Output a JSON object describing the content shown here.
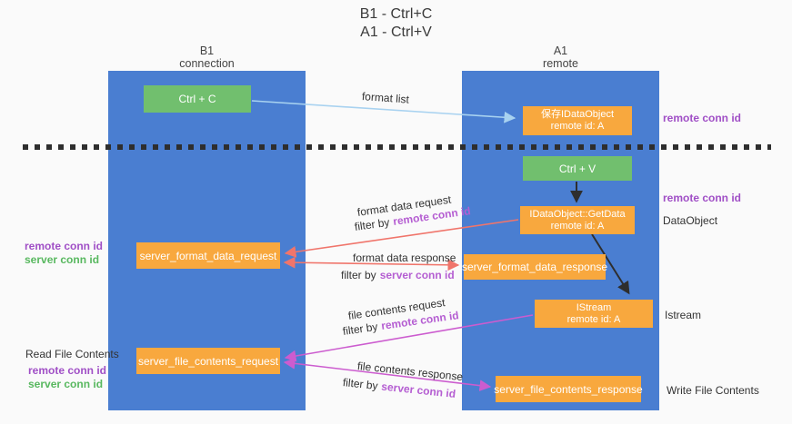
{
  "colors": {
    "background": "#fafafa",
    "lane_blue": "#4a7ed1",
    "box_green": "#71bf6e",
    "box_orange": "#f8a83e",
    "purple_label": "#a04fc6",
    "green_label": "#58b85f",
    "filter_highlight_purple": "#b55ed2",
    "arrow_light_blue": "#a8d2f0",
    "arrow_salmon": "#f0756b",
    "arrow_magenta": "#cc5ccf",
    "arrow_black": "#2e2e2e"
  },
  "title": {
    "line1": "B1 - Ctrl+C",
    "line2": "A1 - Ctrl+V"
  },
  "lanes": {
    "left": {
      "title": "B1",
      "subtitle": "connection"
    },
    "right": {
      "title": "A1",
      "subtitle": "remote"
    }
  },
  "boxes": {
    "ctrl_c": {
      "label": "Ctrl + C"
    },
    "ctrl_v": {
      "label": "Ctrl + V"
    },
    "clipboard": {
      "line1": "保存IDataObject",
      "line2": "remote id: A"
    },
    "getdata": {
      "line1": "IDataObject::GetData",
      "line2": "remote id: A"
    },
    "istream": {
      "line1": "IStream",
      "line2": "remote id: A"
    },
    "format_request": {
      "label": "server_format_data_request"
    },
    "format_response": {
      "label": "server_format_data_response"
    },
    "file_request": {
      "label": "server_file_contents_request"
    },
    "file_response": {
      "label": "server_file_contents_response"
    }
  },
  "arrow_labels": {
    "format_list": "format list",
    "format_data_request": "format data request",
    "format_data_request_filter": {
      "prefix": "filter by",
      "highlight": "remote conn id"
    },
    "format_data_response": "format data response",
    "format_data_response_filter": {
      "prefix": "filter by",
      "highlight": "server conn id"
    },
    "file_contents_request": "file contents request",
    "file_contents_request_filter": {
      "prefix": "filter by",
      "highlight": "remote conn id"
    },
    "file_contents_response": "file contents response",
    "file_contents_response_filter": {
      "prefix": "filter by",
      "highlight": "server conn id"
    }
  },
  "side_labels": {
    "remote_conn_id_top": "remote conn id",
    "remote_conn_id_mid": "remote conn id",
    "dataobject": "DataObject",
    "istream": "Istream",
    "write_file_contents": "Write File Contents",
    "read_file_contents": "Read File Contents",
    "format_group": {
      "remote": "remote conn id",
      "server": "server conn id"
    },
    "file_group": {
      "remote": "remote conn id",
      "server": "server conn id"
    }
  }
}
